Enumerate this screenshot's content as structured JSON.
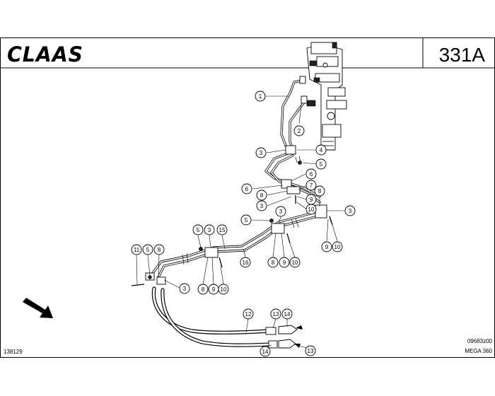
{
  "header": {
    "brand": "CLAAS",
    "page_code": "331A"
  },
  "footer": {
    "drawing_id": "138129",
    "ref_code": "09683z00",
    "model": "MEGA 360"
  },
  "callouts": [
    {
      "label": "1"
    },
    {
      "label": "2"
    },
    {
      "label": "3"
    },
    {
      "label": "4"
    },
    {
      "label": "5"
    },
    {
      "label": "6"
    },
    {
      "label": "6"
    },
    {
      "label": "7"
    },
    {
      "label": "8"
    },
    {
      "label": "9"
    },
    {
      "label": "3"
    },
    {
      "label": "10"
    },
    {
      "label": "8"
    },
    {
      "label": "3"
    },
    {
      "label": "3"
    },
    {
      "label": "5"
    },
    {
      "label": "9"
    },
    {
      "label": "10"
    },
    {
      "label": "8"
    },
    {
      "label": "9"
    },
    {
      "label": "10"
    },
    {
      "label": "16"
    },
    {
      "label": "5"
    },
    {
      "label": "3"
    },
    {
      "label": "15"
    },
    {
      "label": "8"
    },
    {
      "label": "9"
    },
    {
      "label": "10"
    },
    {
      "label": "11"
    },
    {
      "label": "5"
    },
    {
      "label": "8"
    },
    {
      "label": "3"
    },
    {
      "label": "12"
    },
    {
      "label": "13"
    },
    {
      "label": "14"
    },
    {
      "label": "14"
    },
    {
      "label": "13"
    }
  ],
  "colors": {
    "line": "#000000",
    "background": "#ffffff"
  },
  "icons": {
    "direction": "arrow-icon"
  }
}
